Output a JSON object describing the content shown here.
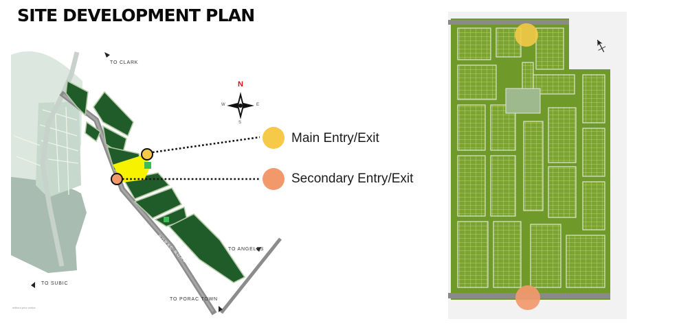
{
  "title": "SITE DEVELOPMENT PLAN",
  "map_labels": {
    "to_clark": "TO CLARK",
    "to_subic": "TO SUBIC",
    "to_angeles": "TO ANGELES",
    "to_porac_town": "TO PORAC TOWN",
    "porac_road": "PORAC ROAD",
    "footnote": "without prior notice."
  },
  "compass": {
    "n": "N",
    "e": "E",
    "s": "S",
    "w": "W"
  },
  "legend": {
    "main": {
      "label": "Main Entry/Exit",
      "color": "#f7c948"
    },
    "secondary": {
      "label": "Secondary Entry/Exit",
      "color": "#f2996c"
    }
  },
  "colors": {
    "site_dark_green": "#1f5c2a",
    "highlight_yellow": "#f7f200",
    "road_gray": "#8c8c8c",
    "surroundings": "#d7e4dc",
    "plan_green": "#6f9a2a"
  },
  "icons": [
    "compass-rose-icon",
    "north-arrow-icon",
    "direction-arrow-icon"
  ]
}
